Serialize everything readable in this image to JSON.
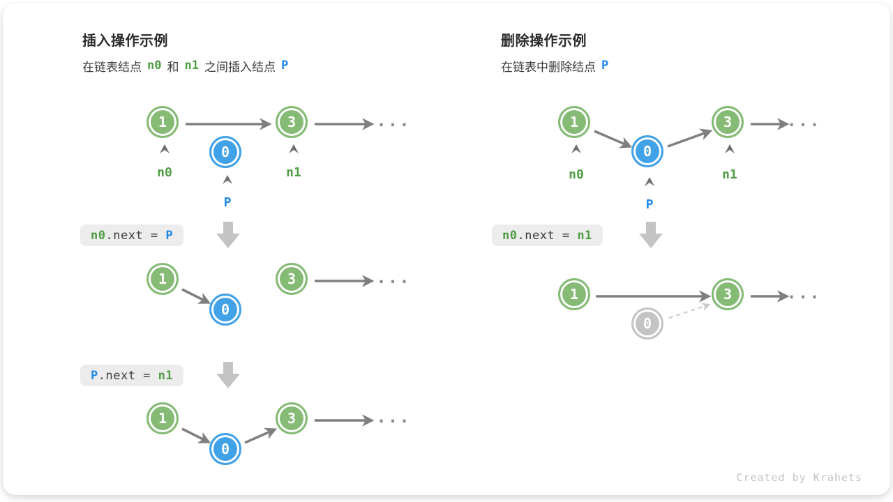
{
  "left": {
    "title": "插入操作示例",
    "subtitle": {
      "t1": "在链表结点",
      "n0": "n0",
      "t2": "和",
      "n1": "n1",
      "t3": "之间插入结点",
      "p": "P"
    },
    "node_values": {
      "first": "1",
      "inserted": "0",
      "second": "3"
    },
    "pointer_labels": {
      "n0": "n0",
      "n1": "n1",
      "p": "P"
    },
    "ellipsis": "...",
    "code_step1": {
      "v1": "n0",
      "op": ".next = ",
      "v2": "P"
    },
    "code_step2": {
      "v1": "P",
      "op": ".next = ",
      "v2": "n1"
    }
  },
  "right": {
    "title": "删除操作示例",
    "subtitle": {
      "t1": "在链表中删除结点",
      "p": "P"
    },
    "node_values": {
      "first": "1",
      "deleted": "0",
      "second": "3"
    },
    "pointer_labels": {
      "n0": "n0",
      "n1": "n1",
      "p": "P"
    },
    "ellipsis": "...",
    "code_step1": {
      "v1": "n0",
      "op": ".next = ",
      "v2": "n1"
    }
  },
  "footer": {
    "credit": "Created by Krahets"
  },
  "colors": {
    "node_green": "#85bb75",
    "node_blue": "#41a2e8",
    "node_gray": "#c4c4c4",
    "text_green": "#4f9e44",
    "text_blue": "#1e88e5",
    "arrow_gray": "#7f7f7f",
    "arrow_light_gray": "#c9c9c9",
    "block_arrow_gray": "#c4c4c4",
    "code_chip_bg": "#ececec"
  }
}
